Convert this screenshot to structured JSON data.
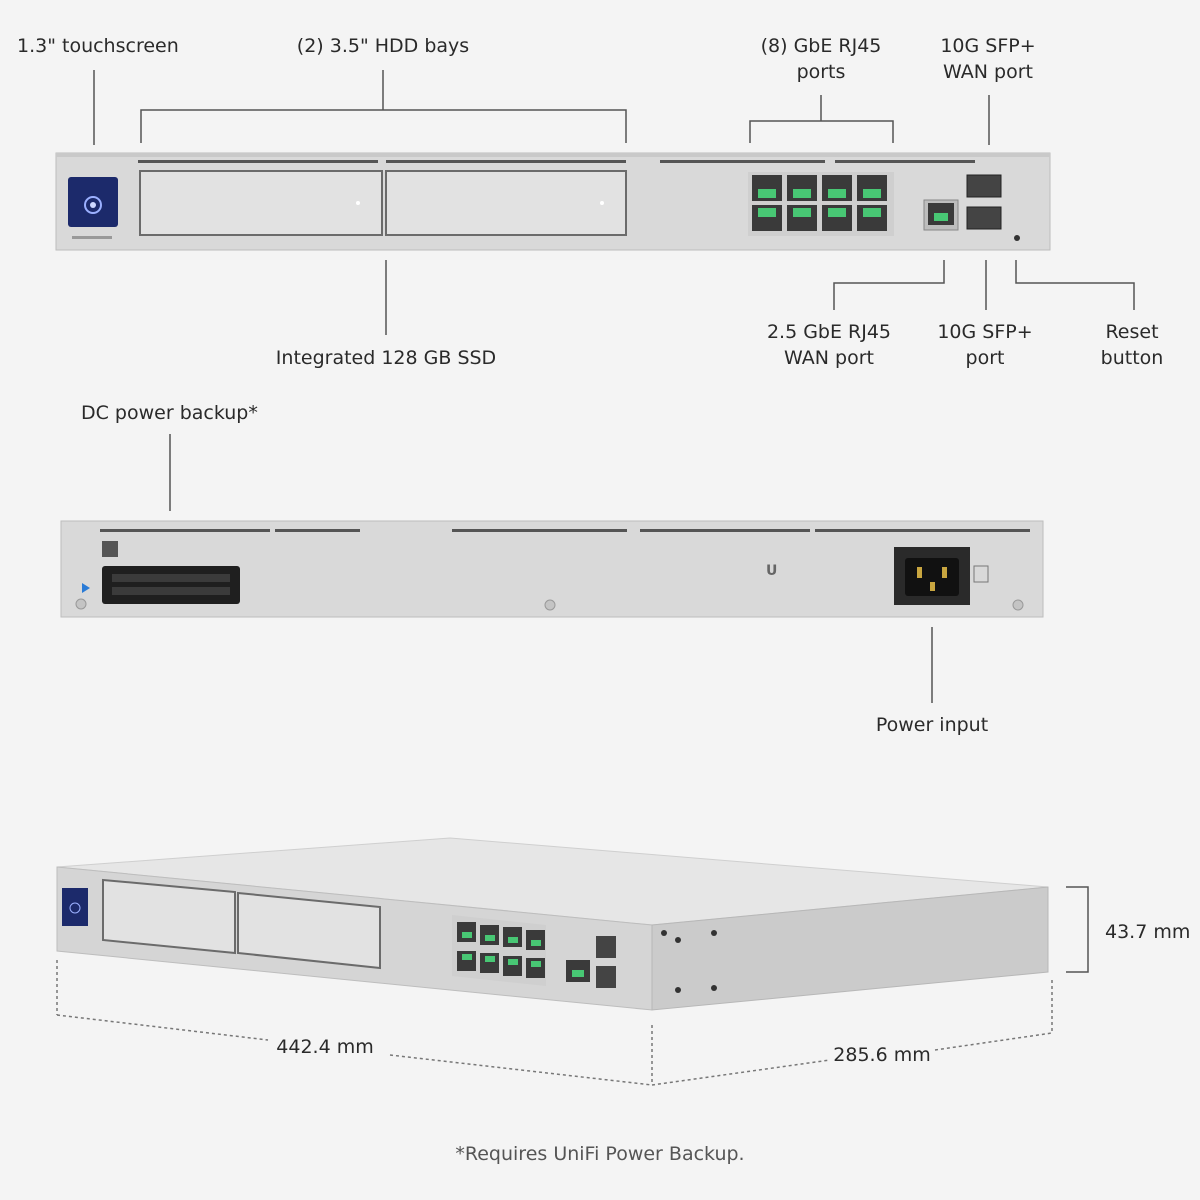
{
  "front_labels": {
    "touchscreen": "1.3\" touchscreen",
    "hdd_bays": "(2) 3.5\" HDD bays",
    "gbe_ports_line1": "(8) GbE RJ45",
    "gbe_ports_line2": "ports",
    "sfp_wan_line1": "10G SFP+",
    "sfp_wan_line2": "WAN port",
    "ssd": "Integrated 128 GB SSD",
    "rj45_wan_line1": "2.5 GbE RJ45",
    "rj45_wan_line2": "WAN port",
    "sfp_port_line1": "10G SFP+",
    "sfp_port_line2": "port",
    "reset_line1": "Reset",
    "reset_line2": "button"
  },
  "rear_labels": {
    "dc_backup": "DC power backup*",
    "power_input": "Power input"
  },
  "dimensions": {
    "height": "43.7 mm",
    "width": "442.4 mm",
    "depth": "285.6 mm"
  },
  "footnote": "*Requires UniFi Power Backup.",
  "colors": {
    "chassis": "#d9d9d9",
    "chassis_edge": "#bdbdbd",
    "port_green": "#48c774",
    "screen": "#1c2a6b",
    "line": "#555555"
  }
}
